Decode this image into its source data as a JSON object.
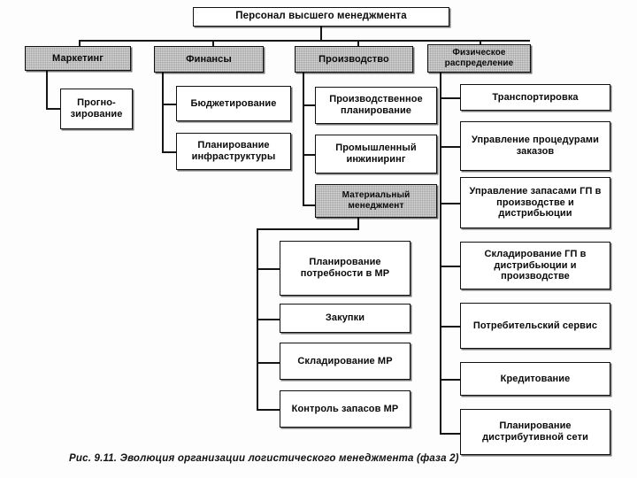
{
  "figure": {
    "caption": "Рис. 9.11. Эволюция организации логистического менеджмента (фаза 2)",
    "root": "Персонал высшего менеджмента"
  },
  "columns": {
    "marketing": {
      "head": "Маркетинг",
      "children": [
        "Прогно-\nзирование"
      ],
      "children_plain": [
        "Прогнозирование"
      ]
    },
    "finance": {
      "head": "Финансы",
      "children": [
        "Бюджетирование",
        "Планирование инфраструктуры"
      ]
    },
    "production": {
      "head": "Производство",
      "children": [
        "Производственное планирование",
        "Промышленный инжиниринг",
        "Материальный менеджмент"
      ]
    },
    "material_management": {
      "head": "Материальный менеджмент",
      "children": [
        "Планирование потребности в МР",
        "Закупки",
        "Складирование МР",
        "Контроль запасов МР"
      ]
    },
    "physical_distribution": {
      "head": "Физическое распределение",
      "children": [
        "Транспортировка",
        "Управление процедурами заказов",
        "Управление запасами ГП в производстве и дистрибьюции",
        "Складирование ГП в дистрибьюции и производстве",
        "Потребительский сервис",
        "Кредитование",
        "Планирование дистрибутивной сети"
      ]
    }
  },
  "style": {
    "box_fill": "#ffffff",
    "box_stroke": "#111111",
    "shaded_fill": "#d8d8d8",
    "page_bg": "#fdfdfd"
  }
}
